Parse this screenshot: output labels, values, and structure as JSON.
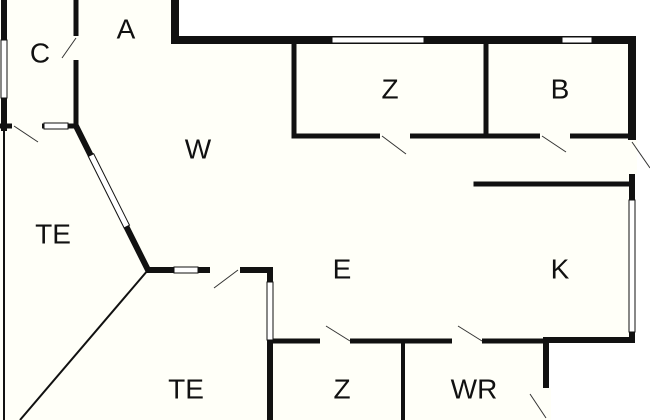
{
  "colors": {
    "wall": "#111111",
    "floor": "#fffff8",
    "background": "#ffffff"
  },
  "rooms": [
    {
      "id": "a",
      "label": "A"
    },
    {
      "id": "c",
      "label": "C"
    },
    {
      "id": "z1",
      "label": "Z"
    },
    {
      "id": "b",
      "label": "B"
    },
    {
      "id": "w",
      "label": "W"
    },
    {
      "id": "te1",
      "label": "TE"
    },
    {
      "id": "e",
      "label": "E"
    },
    {
      "id": "k",
      "label": "K"
    },
    {
      "id": "te2",
      "label": "TE"
    },
    {
      "id": "z2",
      "label": "Z"
    },
    {
      "id": "wr",
      "label": "WR"
    }
  ]
}
